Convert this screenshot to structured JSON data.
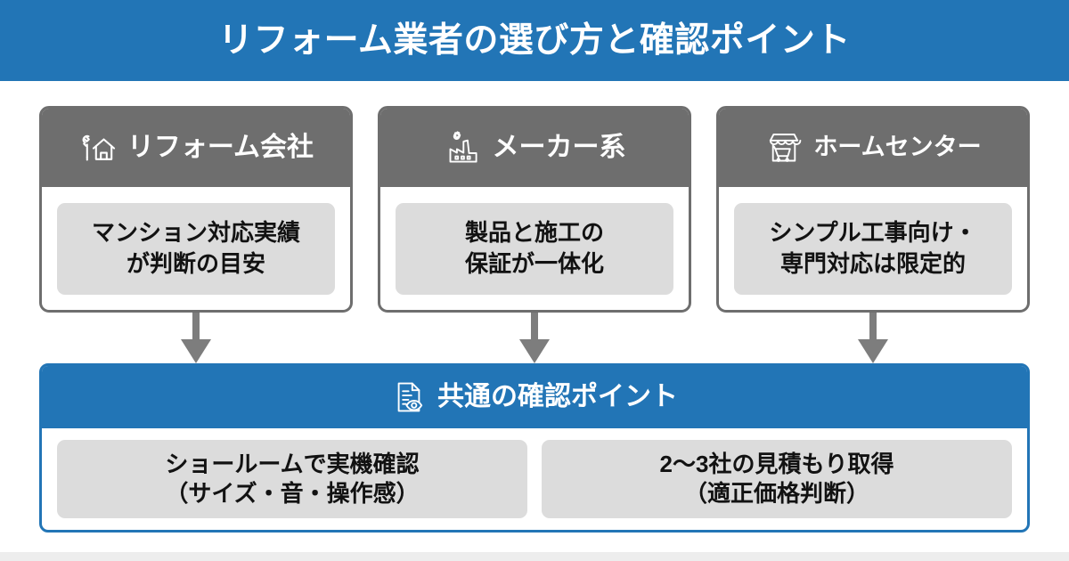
{
  "header": {
    "title": "リフォーム業者の選び方と確認ポイント",
    "background_color": "#2275B6",
    "text_color": "#FFFFFF"
  },
  "colors": {
    "accent_blue": "#2275B6",
    "card_gray": "#6E6E6E",
    "note_gray": "#DCDCDC",
    "arrow_gray": "#7D7D7D",
    "text_dark": "#121212",
    "page_background": "#FFFFFF"
  },
  "cards": [
    {
      "icon": "wrench-house-icon",
      "title": "リフォーム会社",
      "note_line1": "マンション対応実績",
      "note_line2": "が判断の目安"
    },
    {
      "icon": "gear-factory-icon",
      "title": "メーカー系",
      "note_line1": "製品と施工の",
      "note_line2": "保証が一体化"
    },
    {
      "icon": "storefront-cart-icon",
      "title": "ホームセンター",
      "note_line1": "シンプル工事向け・",
      "note_line2": "専門対応は限定的"
    }
  ],
  "common_panel": {
    "icon": "document-eye-icon",
    "title": "共通の確認ポイント",
    "notes": [
      {
        "line1": "ショールームで実機確認",
        "line2": "（サイズ・音・操作感）"
      },
      {
        "line1": "2〜3社の見積もり取得",
        "line2": "（適正価格判断）"
      }
    ]
  }
}
